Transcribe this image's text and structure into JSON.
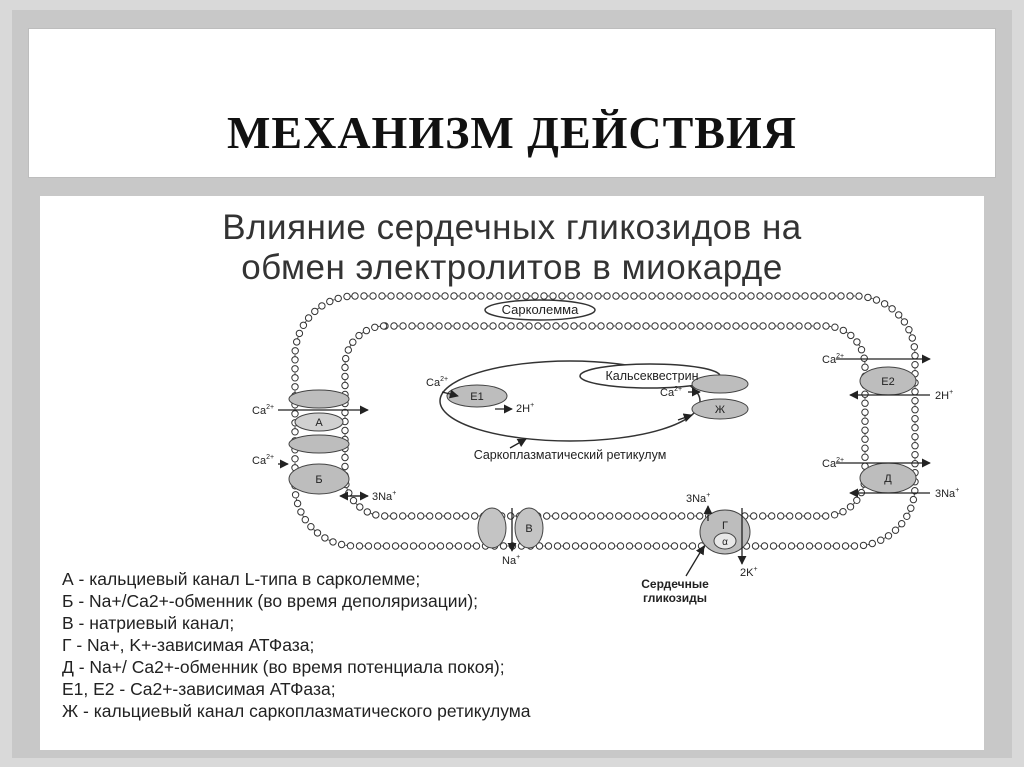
{
  "slide": {
    "title": "МЕХАНИЗМ ДЕЙСТВИЯ"
  },
  "figure": {
    "title_line1": "Влияние сердечных гликозидов на",
    "title_line2": "обмен электролитов в миокарде",
    "labels": {
      "sarcolemma": "Сарколемма",
      "calsequestrin": "Кальсеквестрин",
      "sr": "Саркоплазматический ретикулум",
      "e1": "E1",
      "e2": "E2",
      "zh": "Ж",
      "a": "А",
      "b": "Б",
      "v": "В",
      "g": "Г",
      "alpha": "α",
      "d": "Д",
      "ca": "Ca",
      "ca_sup": "2+",
      "h": "2H",
      "h_sup": "+",
      "na3": "3Na",
      "na": "Na",
      "k2": "2K",
      "plus": "+",
      "glycosides_1": "Сердечные",
      "glycosides_2": "гликозиды"
    },
    "legend": [
      "А - кальциевый канал L-типа в сарколемме;",
      "Б - Na+/Ca2+-обменник (во время деполяризации);",
      "В - натриевый канал;",
      "Г - Na+, K+-зависимая АТФаза;",
      "Д - Na+/ Ca2+-обменник (во время потенциала покоя);",
      "E1, E2 - Ca2+-зависимая АТФаза;",
      "Ж - кальциевый канал саркоплазматического ретикулума"
    ]
  }
}
